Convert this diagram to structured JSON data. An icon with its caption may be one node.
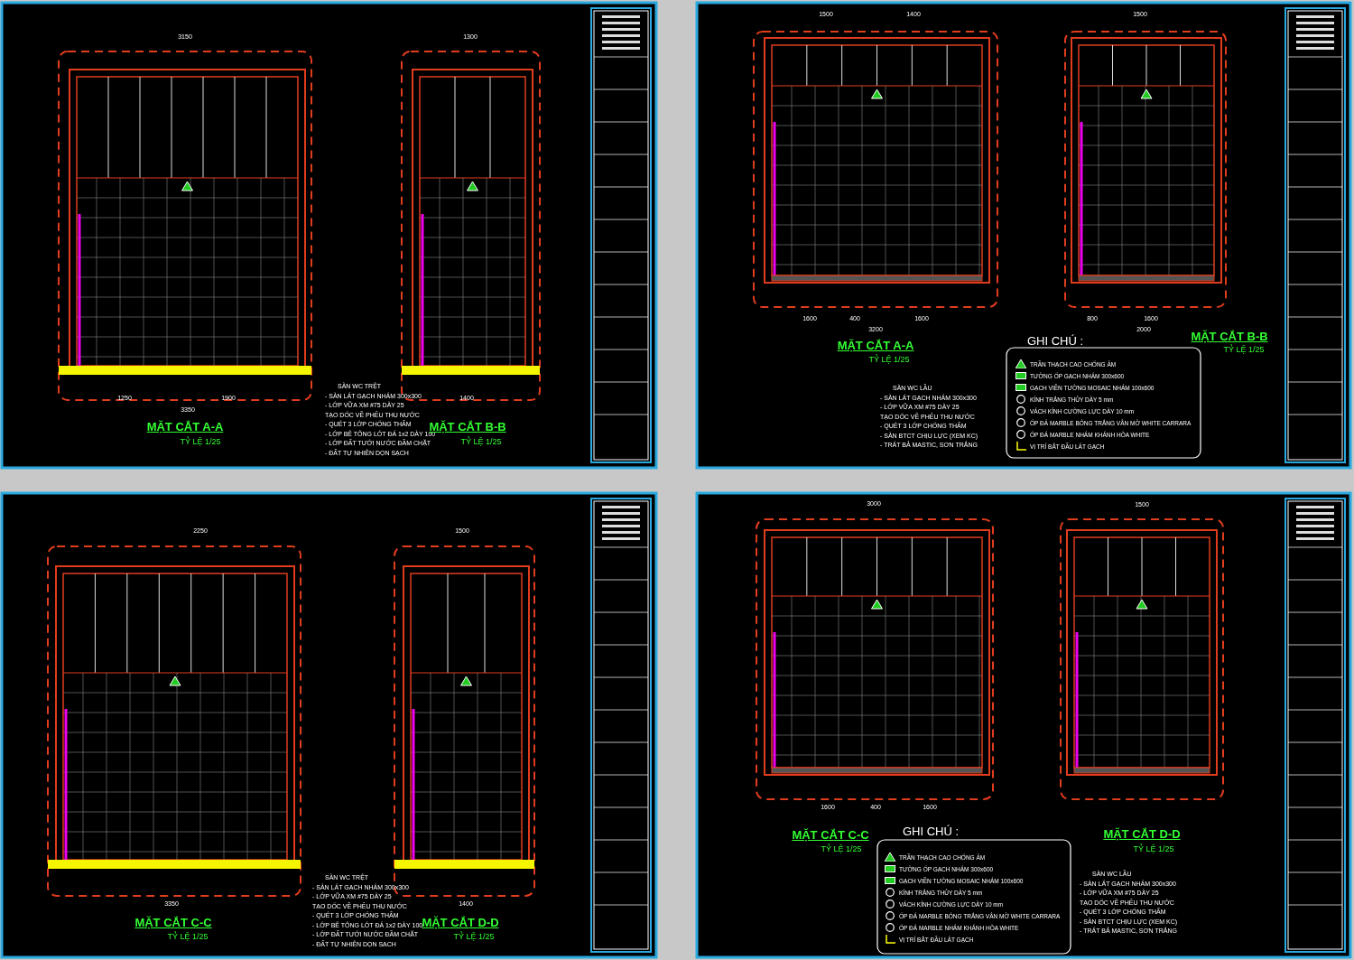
{
  "diagram": {
    "labels": [
      "3150",
      "1250",
      "1900",
      "3350",
      "1300",
      "1400",
      "SÀN WC TRỆT",
      "- SÀN LÁT GẠCH NHÁM 300x300",
      "- LỚP VỮA XM #75 DÀY 25",
      "TẠO DỐC VỀ PHỄU THU NƯỚC",
      "- QUÉT 3 LỚP CHỐNG THẤM",
      "- LỚP BÊ TÔNG LÓT ĐÁ 1x2 DÀY 100",
      "- LỚP ĐẤT TƯỚI NƯỚC ĐẦM CHẶT",
      "- ĐẤT TỰ NHIÊN DỌN SẠCH",
      "MẶT CẮT A-A",
      "TỶ LỆ 1/25",
      "MẶT CẮT B-B",
      "TỶ LỆ 1/25",
      "1500",
      "1400",
      "1500",
      "1600",
      "400",
      "1600",
      "3200",
      "800",
      "1600",
      "2000",
      "MẶT CẮT A-A",
      "TỶ LỆ 1/25",
      "MẶT CẮT B-B",
      "TỶ LỆ 1/25",
      "GHI CHÚ :",
      "SÀN WC LẦU",
      "- SÀN LÁT GẠCH NHÁM 300x300",
      "- LỚP VỮA XM #75 DÀY 25",
      "TẠO DỐC VỀ PHỄU THU NƯỚC",
      "- QUÉT 3 LỚP CHỐNG THẤM",
      "- SÀN BTCT CHỊU LỰC (XEM KC)",
      "- TRÁT BẢ MASTIC, SƠN TRẮNG",
      "2250",
      "1500",
      "3350",
      "1400",
      "SÀN WC TRỆT",
      "- SÀN LÁT GẠCH NHÁM 300x300",
      "- LỚP VỮA XM #75 DÀY 25",
      "TẠO DỐC VỀ PHỄU THU NƯỚC",
      "- QUÉT 3 LỚP CHỐNG THẤM",
      "- LỚP BÊ TÔNG LÓT ĐÁ 1x2 DÀY 100",
      "- LỚP ĐẤT TƯỚI NƯỚC ĐẦM CHẶT",
      "- ĐẤT TỰ NHIÊN DỌN SẠCH",
      "MẶT CẮT C-C",
      "TỶ LỆ 1/25",
      "MẶT CẮT D-D",
      "TỶ LỆ 1/25",
      "3000",
      "1500",
      "1600",
      "400",
      "1600",
      "MẶT CẮT C-C",
      "TỶ LỆ 1/25",
      "GHI CHÚ :",
      "MẶT CẮT D-D",
      "TỶ LỆ 1/25",
      "SÀN WC LẦU",
      "- SÀN LÁT GẠCH NHÁM 300x300",
      "- LỚP VỮA XM #75 DÀY 25",
      "TẠO DỐC VỀ PHỄU THU NƯỚC",
      "- QUÉT 3 LỚP CHỐNG THẤM",
      "- SÀN BTCT CHỊU LỰC (XEM KC)",
      "- TRÁT BẢ MASTIC, SƠN TRẮNG"
    ],
    "legend": [
      {
        "text": "TRẦN THẠCH CAO CHỐNG ẨM"
      },
      {
        "text": "TƯỜNG ỐP GẠCH NHÁM 300x600"
      },
      {
        "text": "GẠCH VIỀN TƯỜNG MOSAIC NHÁM 100x600"
      },
      {
        "text": "KÍNH TRẮNG THỦY DÀY 5 mm"
      },
      {
        "text": "VÁCH KÍNH CƯỜNG LỰC DÀY 10 mm"
      },
      {
        "text": "ỐP ĐÁ MARBLE BÓNG TRẮNG VÂN MỜ WHITE CARRARA"
      },
      {
        "text": "ỐP ĐÁ MARBLE NHÁM KHÁNH HÒA WHITE"
      },
      {
        "text": "VỊ TRÍ BẮT ĐẦU LÁT GẠCH"
      },
      {
        "text": "TRẦN THẠCH CAO CHỐNG ẨM"
      },
      {
        "text": "TƯỜNG ỐP GẠCH NHÁM 300x600"
      },
      {
        "text": "GẠCH VIỀN TƯỜNG MOSAIC NHÁM 100x600"
      },
      {
        "text": "KÍNH TRẮNG THỦY DÀY 5 mm"
      },
      {
        "text": "VÁCH KÍNH CƯỜNG LỰC DÀY 10 mm"
      },
      {
        "text": "ỐP ĐÁ MARBLE BÓNG TRẮNG VÂN MỜ WHITE CARRARA"
      },
      {
        "text": "ỐP ĐÁ MARBLE NHÁM KHÁNH HÒA WHITE"
      },
      {
        "text": "VỊ TRÍ BẮT ĐẦU LÁT GẠCH"
      }
    ]
  }
}
